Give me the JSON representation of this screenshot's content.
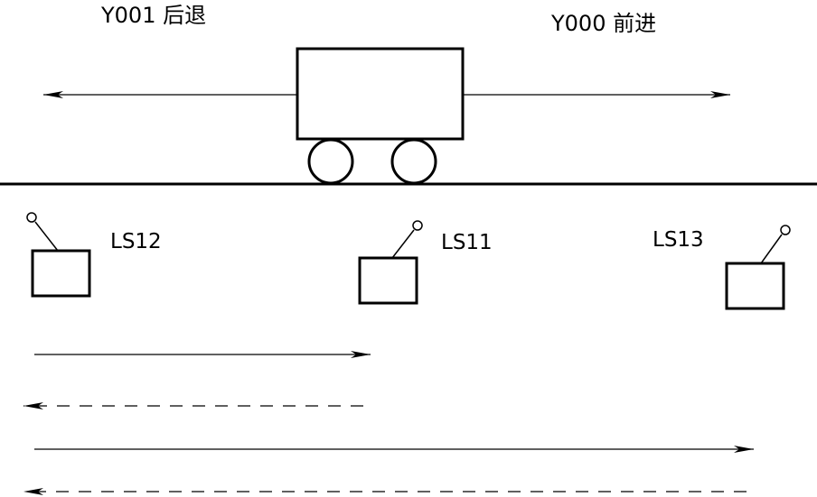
{
  "labels": {
    "reverse": "Y001 后退",
    "forward": "Y000 前进"
  },
  "switches": {
    "left": "LS12",
    "middle": "LS11",
    "right": "LS13"
  },
  "colors": {
    "ink": "#000000",
    "background": "#ffffff"
  }
}
